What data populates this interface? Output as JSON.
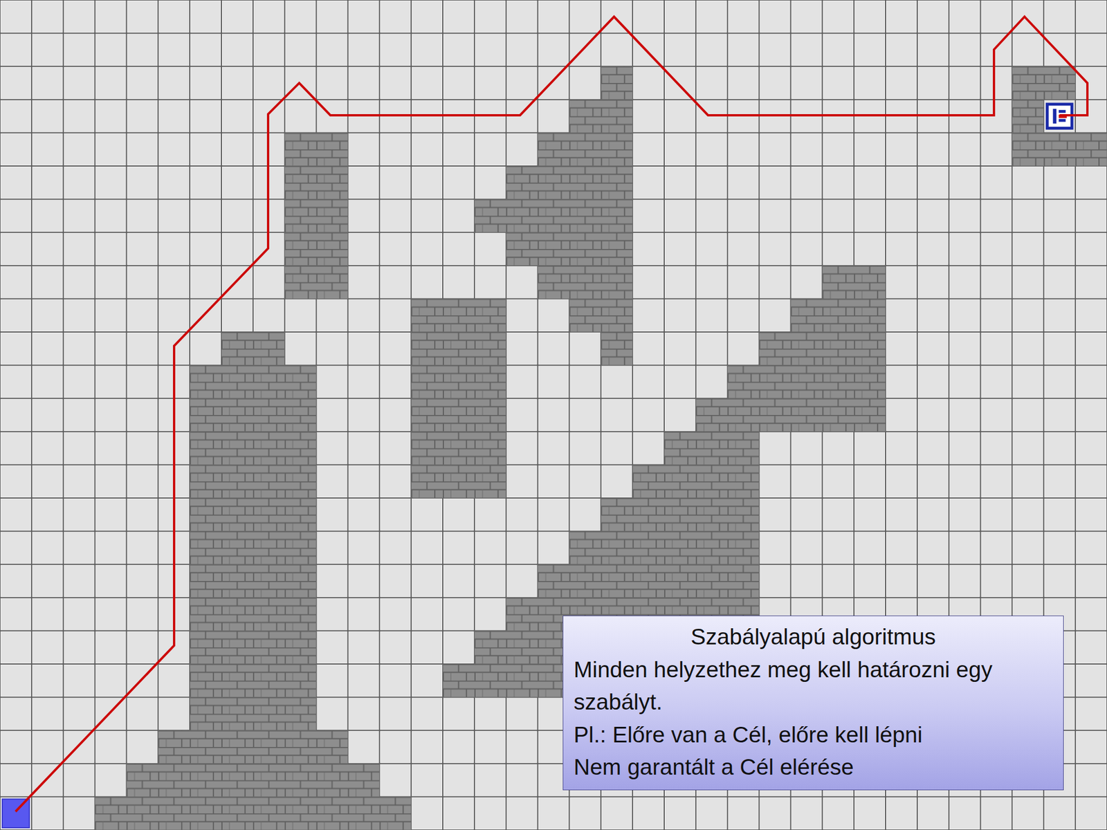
{
  "diagram": {
    "nodes": [
      {
        "text": [
          "Szabályalapú algoritmus",
          "Minden helyzethez meg kell határozni egy szabályt.",
          "Pl.: Előre van a Cél, előre kell lépni",
          "Nem garantált a Cél elérése"
        ]
      }
    ]
  }
}
